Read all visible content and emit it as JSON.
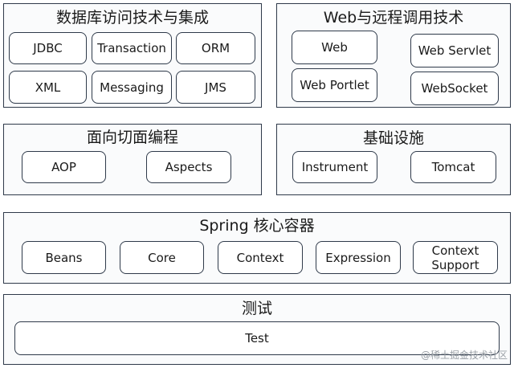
{
  "panels": {
    "data_access": {
      "title": "数据库访问技术与集成",
      "modules": [
        "JDBC",
        "Transaction",
        "ORM",
        "XML",
        "Messaging",
        "JMS"
      ]
    },
    "web": {
      "title": "Web与远程调用技术",
      "modules": [
        "Web",
        "Web Servlet",
        "Web Portlet",
        "WebSocket"
      ]
    },
    "aop": {
      "title": "面向切面编程",
      "modules": [
        "AOP",
        "Aspects"
      ]
    },
    "infra": {
      "title": "基础设施",
      "modules": [
        "Instrument",
        "Tomcat"
      ]
    },
    "core": {
      "title": "Spring 核心容器",
      "modules": [
        "Beans",
        "Core",
        "Context",
        "Expression",
        "Context\nSupport"
      ]
    },
    "test": {
      "title": "测试",
      "modules": [
        "Test"
      ]
    }
  },
  "watermark": "@稀土掘金技术社区"
}
